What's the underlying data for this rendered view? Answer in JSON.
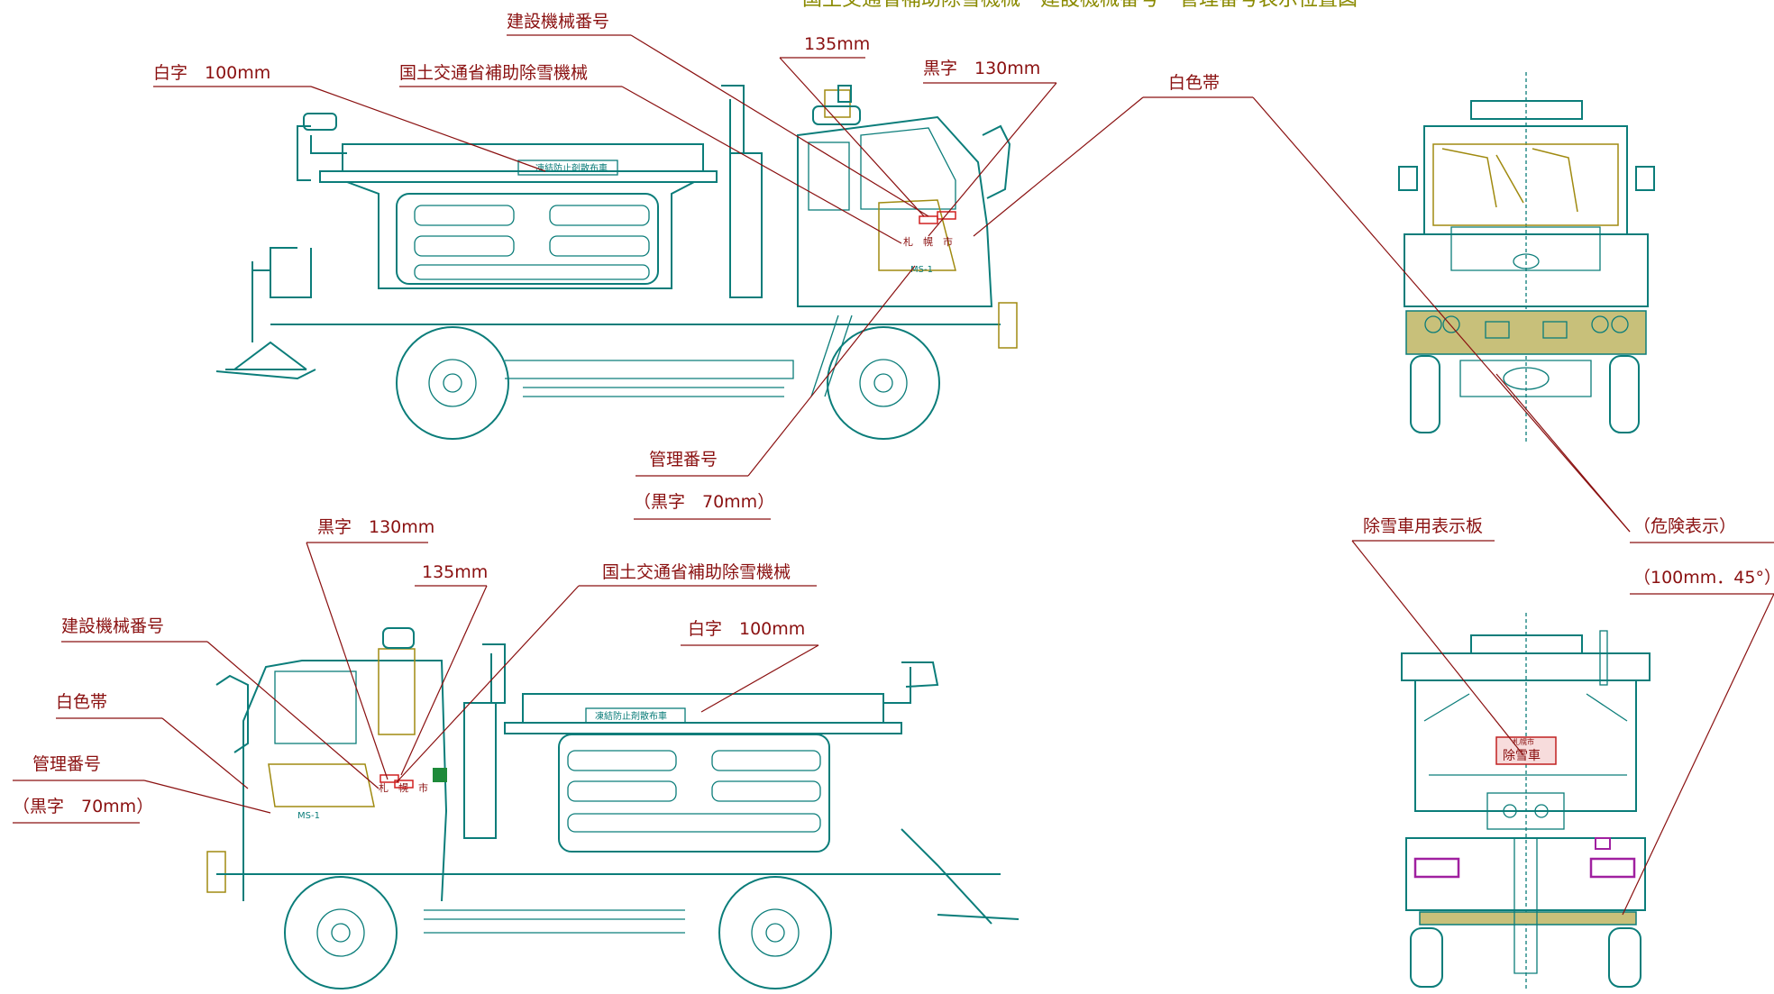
{
  "header": {
    "text": "国土交通省補助除雪機械　建設機械番号・管理番号表示位置図"
  },
  "side_view_top": {
    "labels": {
      "white_letters": "白字　100mm",
      "mlit_subsidy": "国土交通省補助除雪機械",
      "construction_no": "建設機械番号",
      "size_135": "135mm",
      "black_130": "黒字　130mm",
      "white_band": "白色帯",
      "mgmt_no": "管理番号",
      "black_70": "（黒字　70mm）"
    },
    "body_text": {
      "panel": "凍結防止剤散布車",
      "city": "札　幌　市",
      "code": "MS-1"
    }
  },
  "side_view_bottom": {
    "labels": {
      "black_130": "黒字　130mm",
      "size_135": "135mm",
      "mlit_subsidy": "国土交通省補助除雪機械",
      "construction_no": "建設機械番号",
      "white_band": "白色帯",
      "white_letters": "白字　100mm",
      "mgmt_no": "管理番号",
      "black_70": "（黒字　70mm）"
    },
    "body_text": {
      "panel": "凍結防止剤散布車",
      "city": "札　幌　市",
      "code": "MS-1"
    }
  },
  "rear_view": {
    "labels": {
      "sign_board": "除雪車用表示板",
      "hazard": "（危険表示）",
      "hazard_spec": "（100mm．45°）"
    },
    "board_text": "除雪車",
    "board_caption": "札幌市"
  },
  "colors": {
    "line": "#0b7d7a",
    "label": "#8a1010",
    "header": "#8a8a00",
    "accent": "#a08a10"
  }
}
